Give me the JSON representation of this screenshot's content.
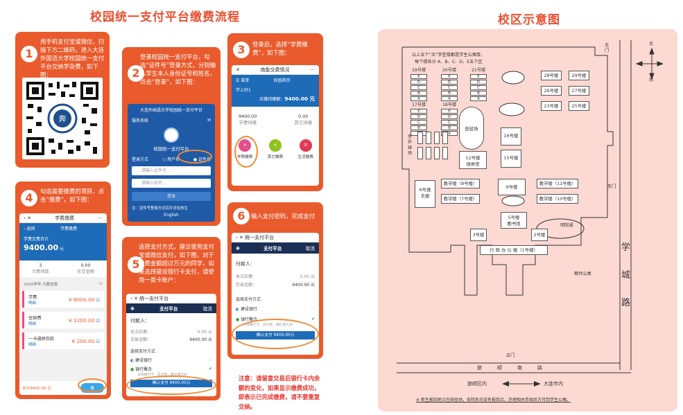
{
  "left_title": "校园统一支付平台缴费流程",
  "right_title": "校区示意图",
  "steps": [
    {
      "num": "1",
      "text": "用手机支付宝或微信，扫描下方二维码，进入大连外国语大学校园统一支付平台交纳学杂费，如下图："
    },
    {
      "num": "2",
      "text": "登录校园统一支付平台，勾选“证件号”登录方式，分别输入学生本人身份证号和姓名，点击“登录”，如下图："
    },
    {
      "num": "3",
      "text": "登录后，选择“学费缴费”，如下图："
    },
    {
      "num": "4",
      "text": "勾选需要缴费的项目，点击“缴费”，如下图："
    },
    {
      "num": "5",
      "text": "选择支付方式，建议使用支付宝或微信支付，如下图，对于缴费金额超过万元的同学，如果选择建设银行卡支付，请使用一类卡账户："
    },
    {
      "num": "6",
      "text": "输入支付密码，完成支付"
    }
  ],
  "note": "注意：请留意交易后银行卡内余额的变化，如果显示缴费成功，即表示已完成缴费，请不要重复交纳。",
  "screen2": {
    "title": "大连外国语大学校园统一支付平台",
    "logo_text": "校园统一支付平台",
    "login_label": "登录方式",
    "opt_user": "用户名",
    "opt_id": "证件号",
    "id_ph": "请输入证件号...",
    "name_ph": "请输入姓名...",
    "login_btn": "登录",
    "notice": "注：证件号登录方式仅针对在校生",
    "lang": "English",
    "menu": "服务系统"
  },
  "screen3": {
    "title": "南能交费情况",
    "menu": "菜单",
    "home": "校园首页",
    "user_line": "学上好1",
    "amount_label": "应缴待缴额：",
    "amount": "9400.00 元",
    "due": "9400.00",
    "due_label": "学费待缴",
    "other": "0.00",
    "other_label": "其它待缴",
    "btn1": "学费缴费",
    "btn2": "其它缴费",
    "btn3": "生活缴费"
  },
  "screen4": {
    "header": "学费缴费",
    "back": "返回",
    "total_label": "学费交费合计",
    "total": "9400.00",
    "unit": "元",
    "count": "3",
    "count_label": "欠费项数",
    "paid": "0.00",
    "paid_label": "实交金额",
    "year": "2020学年·大额信息",
    "items": [
      {
        "name": "学费",
        "sub": "明细",
        "amt": "¥ 8000.00"
      },
      {
        "name": "住宿费",
        "sub": "明细",
        "amt": "¥ 1200.00"
      },
      {
        "name": "一卡通预存款",
        "sub": "明细",
        "amt": "¥ 200.00"
      }
    ],
    "footer_total": "合计9400.00 元",
    "pay_btn": "缴"
  },
  "screen5": {
    "header": "统一支付平台",
    "title": "支付平台",
    "cancel": "取消",
    "payer": "付款人：",
    "order_label": "本次应缴：",
    "order_amt": "0.00 元",
    "pay_label": "交易金额：",
    "pay_amt": "9400.00 元",
    "method": "选择支付方式",
    "bank": "建设银行",
    "agg": "银行聚合",
    "agg_sub": "支持银行卡、支付宝、微信等方式",
    "confirm": "确认支付 9400.00元"
  },
  "screen6": {
    "header": "统一支付平台",
    "title": "支付平台",
    "cancel": "取消",
    "payer": "付款人：",
    "order_label": "本次应缴：",
    "order_amt": "0.00 元",
    "pay_label": "交易金额：",
    "pay_amt": "9400.00 元",
    "method": "选择支付方式",
    "bank": "建设银行",
    "agg": "银行聚合",
    "agg_sub": "支持银行卡、支付宝、微信等方式",
    "confirm": "确认支付 9400.00元"
  },
  "map": {
    "legend1": "以上五个“王”字型楼都是学生公寓楼，",
    "legend2": "每个楼各分 A、B、C、D、E五个区",
    "dorms_top": [
      "19号楼",
      "20号楼",
      "21号楼"
    ],
    "dorms_bottom": [
      "17号楼",
      "18号楼"
    ],
    "zones": [
      "E",
      "D",
      "C",
      "B",
      "A"
    ],
    "b28": "28号楼",
    "b29": "29号楼",
    "b26": "26号楼",
    "b27": "27号楼",
    "b23": "23号楼",
    "b25": "25号楼",
    "field": "田径场",
    "outdoor": "室外球场",
    "b16": "16号楼",
    "b15": "15号楼",
    "b12": "12号楼球类馆",
    "b6": "6号逸夫楼",
    "t8": "教学楼（8号楼）",
    "t7": "教学楼（7号楼）",
    "b9": "9号楼",
    "t11": "教学楼（11号楼）",
    "t10": "教学楼（10号楼）",
    "b5": "5号楼图书馆",
    "b3": "3号楼",
    "b2": "2号楼",
    "lake": "明阳湖",
    "admin": "行 政 办 公 楼（1号楼）",
    "apt": "教师公寓",
    "north_gate": "北门",
    "east_gate": "东门",
    "south_gate": "正门",
    "road_vertical": "学城路",
    "road_south": "旅顺南路",
    "dir_n": "北",
    "dir_s": "南",
    "arrow_left": "旅顺区内",
    "arrow_right": "大连市内",
    "footnote": "新生报到地点在田径场，各院系均设有报到点，办理相关手续后方可到学生公寓。"
  }
}
